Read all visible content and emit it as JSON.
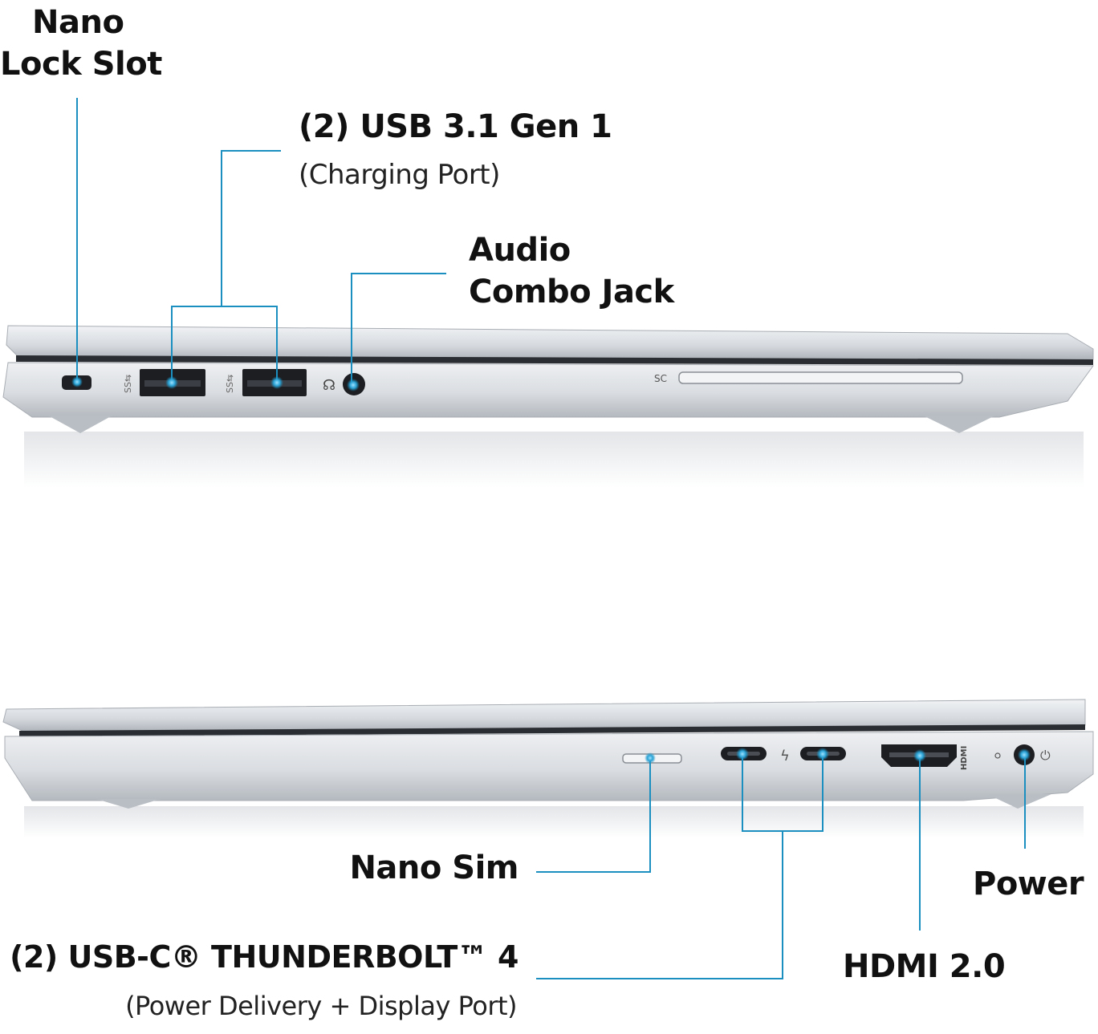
{
  "accent_color": "#1b8fc0",
  "top_view": {
    "labels": {
      "nano_lock_line1": "Nano",
      "nano_lock_line2": "Lock Slot",
      "usb_title": "(2) USB 3.1 Gen 1",
      "usb_sub": "(Charging Port)",
      "audio_line1": "Audio",
      "audio_line2": "Combo Jack"
    },
    "port_markings": {
      "smart_card": "SC"
    }
  },
  "bottom_view": {
    "labels": {
      "nano_sim": "Nano Sim",
      "thunderbolt_title": "(2) USB-C® THUNDERBOLT™ 4",
      "thunderbolt_sub": "(Power Delivery + Display Port)",
      "hdmi": "HDMI 2.0",
      "power": "Power"
    },
    "port_markings": {
      "hdmi": "HDMI"
    }
  }
}
